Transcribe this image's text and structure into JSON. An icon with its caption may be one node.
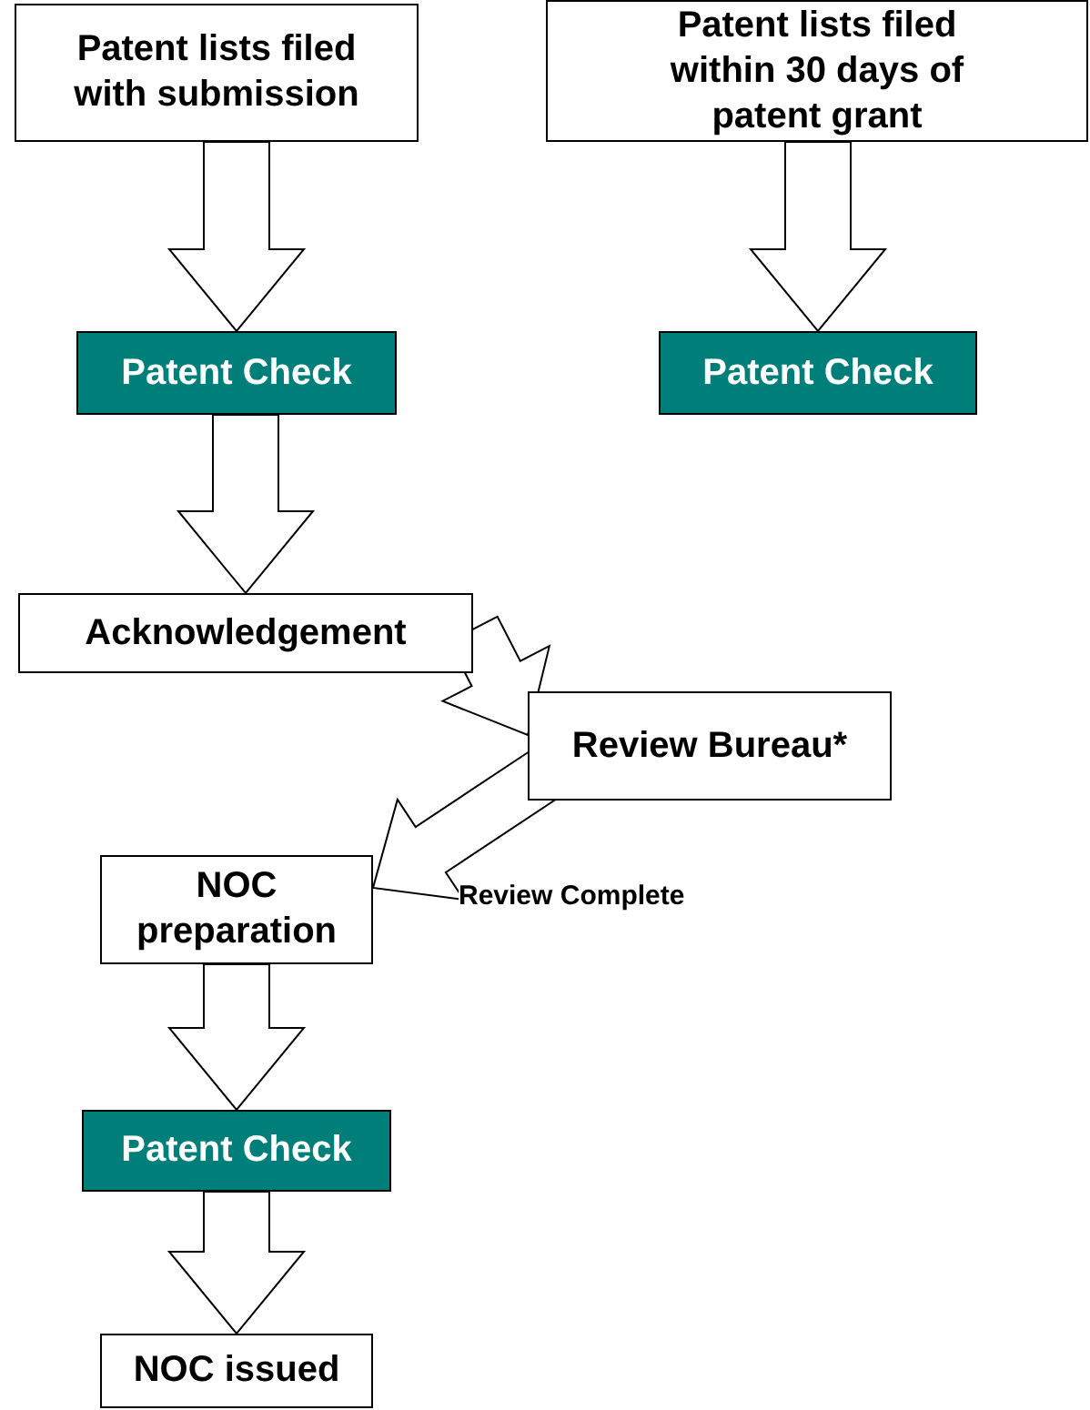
{
  "diagram": {
    "nodes": [
      {
        "text": [
          "Patent lists filed with submission"
        ]
      },
      {
        "text": [
          "Patent lists filed within 30 days of patent grant"
        ]
      },
      {
        "text": [
          "Patent Check"
        ]
      },
      {
        "text": [
          "Patent Check"
        ]
      },
      {
        "text": [
          "Acknowledgement"
        ]
      },
      {
        "text": [
          "Review Bureau*"
        ]
      },
      {
        "text": [
          "NOC preparation"
        ]
      },
      {
        "text": [
          "Patent Check"
        ]
      },
      {
        "text": [
          "NOC issued"
        ]
      }
    ],
    "edges": [
      {
        "from": 0,
        "to": 2,
        "arrow": "to"
      },
      {
        "from": 1,
        "to": 3,
        "arrow": "to"
      },
      {
        "from": 2,
        "to": 4,
        "arrow": "to"
      },
      {
        "from": 4,
        "to": 5,
        "arrow": "to"
      },
      {
        "from": 5,
        "to": 6,
        "arrow": "to",
        "label": "Review Complete"
      },
      {
        "from": 6,
        "to": 7,
        "arrow": "to"
      },
      {
        "from": 7,
        "to": 8,
        "arrow": "to"
      }
    ]
  }
}
